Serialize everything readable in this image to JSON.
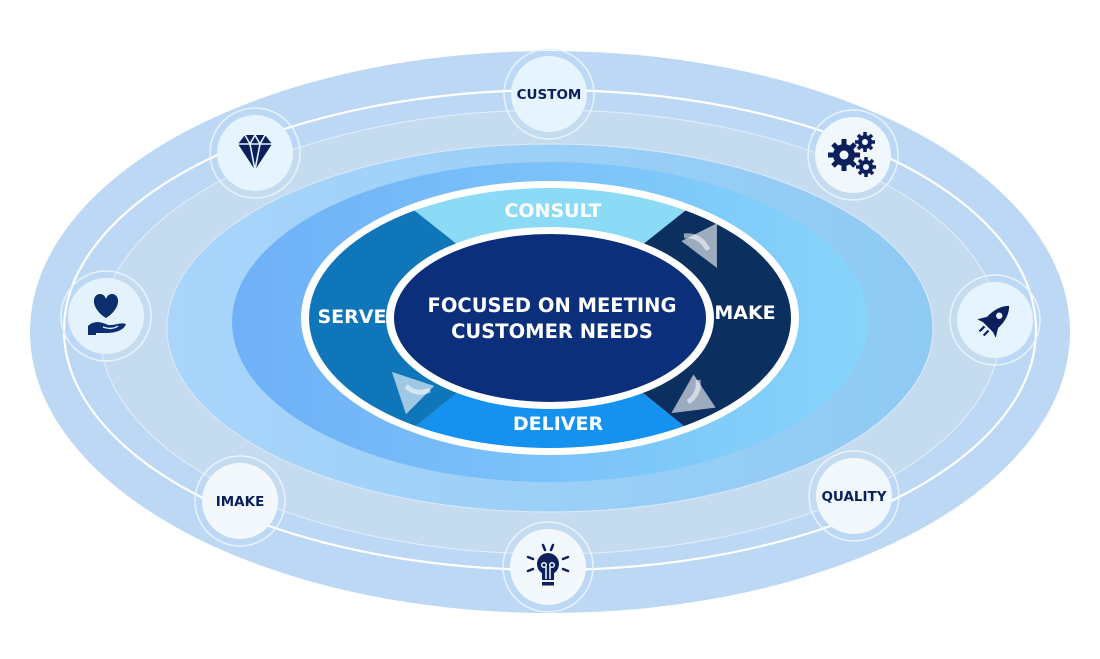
{
  "diagram": {
    "center": {
      "line1": "FOCUSED ON MEETING",
      "line2": "CUSTOMER NEEDS"
    },
    "cycle": [
      {
        "label": "CONSULT",
        "position": "top"
      },
      {
        "label": "MAKE",
        "position": "right"
      },
      {
        "label": "DELIVER",
        "position": "bottom"
      },
      {
        "label": "SERVE",
        "position": "left"
      }
    ],
    "orbit_nodes": [
      {
        "type": "text",
        "label": "CUSTOM"
      },
      {
        "type": "icon",
        "icon": "gears-icon"
      },
      {
        "type": "icon",
        "icon": "rocket-icon"
      },
      {
        "type": "text",
        "label": "QUALITY"
      },
      {
        "type": "icon",
        "icon": "lightbulb-icon"
      },
      {
        "type": "text",
        "label": "IMAKE"
      },
      {
        "type": "icon",
        "icon": "heart-hand-icon"
      },
      {
        "type": "icon",
        "icon": "diamond-icon"
      }
    ],
    "colors": {
      "outer_ring": "#bcd8f5",
      "orbit_band": "#c5dbef",
      "mid_ring": "#9dd0f8",
      "inner_ring": "#74b8f7",
      "consult": "#8bdaf6",
      "make": "#0b2f5e",
      "deliver": "#1591f0",
      "serve": "#0e76b9",
      "center": "#0b2f7a",
      "node_fill": "#e6f4fd",
      "navy": "#0b1f5c"
    }
  }
}
